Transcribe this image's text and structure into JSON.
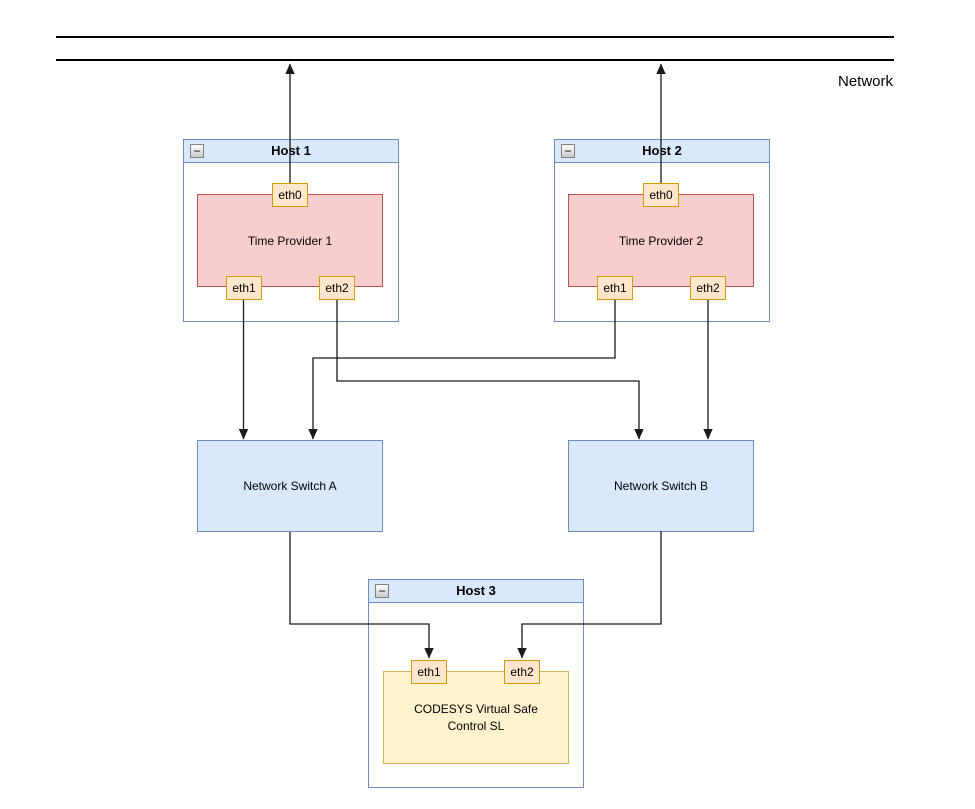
{
  "network": {
    "label": "Network"
  },
  "nodes": {
    "host1": {
      "title": "Host 1",
      "provider": "Time Provider 1",
      "ports": {
        "eth0": "eth0",
        "eth1": "eth1",
        "eth2": "eth2"
      }
    },
    "host2": {
      "title": "Host 2",
      "provider": "Time Provider 2",
      "ports": {
        "eth0": "eth0",
        "eth1": "eth1",
        "eth2": "eth2"
      }
    },
    "host3": {
      "title": "Host 3",
      "app": {
        "line1": "CODESYS Virtual Safe",
        "line2": "Control SL"
      },
      "ports": {
        "eth1": "eth1",
        "eth2": "eth2"
      }
    },
    "switchA": {
      "label": "Network Switch A"
    },
    "switchB": {
      "label": "Network Switch B"
    }
  },
  "icons": {
    "collapse": "−"
  },
  "colors": {
    "host_border": "#6c8ebf",
    "host_title_fill": "#dae8fc",
    "switch_fill": "#dae8fc",
    "switch_border": "#6c8ebf",
    "provider_fill": "#f8cecc",
    "provider_border": "#b85450",
    "port_fill": "#ffe6cc",
    "port_border": "#d79b00",
    "app_fill": "#fff2cc",
    "app_border": "#d6b656",
    "edge": "#1a1a1a",
    "bus": "#000000"
  }
}
